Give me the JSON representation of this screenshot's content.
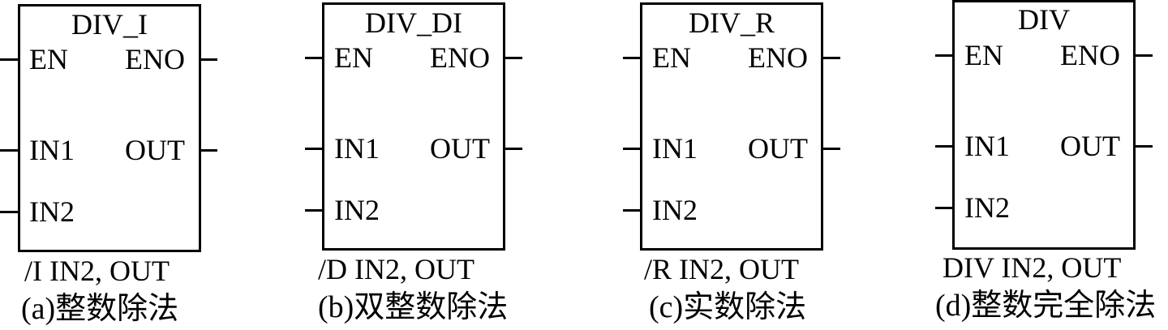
{
  "blocks": [
    {
      "title": "DIV_I",
      "pins": {
        "en": "EN",
        "eno": "ENO",
        "in1": "IN1",
        "out": "OUT",
        "in2": "IN2"
      },
      "instruction": "/I  IN2, OUT",
      "caption": "(a)整数除法"
    },
    {
      "title": "DIV_DI",
      "pins": {
        "en": "EN",
        "eno": "ENO",
        "in1": "IN1",
        "out": "OUT",
        "in2": "IN2"
      },
      "instruction": "/D  IN2, OUT",
      "caption": "(b)双整数除法"
    },
    {
      "title": "DIV_R",
      "pins": {
        "en": "EN",
        "eno": "ENO",
        "in1": "IN1",
        "out": "OUT",
        "in2": "IN2"
      },
      "instruction": "/R  IN2, OUT",
      "caption": "(c)实数除法"
    },
    {
      "title": "DIV",
      "pins": {
        "en": "EN",
        "eno": "ENO",
        "in1": "IN1",
        "out": "OUT",
        "in2": "IN2"
      },
      "instruction": "DIV  IN2, OUT",
      "caption": "(d)整数完全除法"
    }
  ]
}
